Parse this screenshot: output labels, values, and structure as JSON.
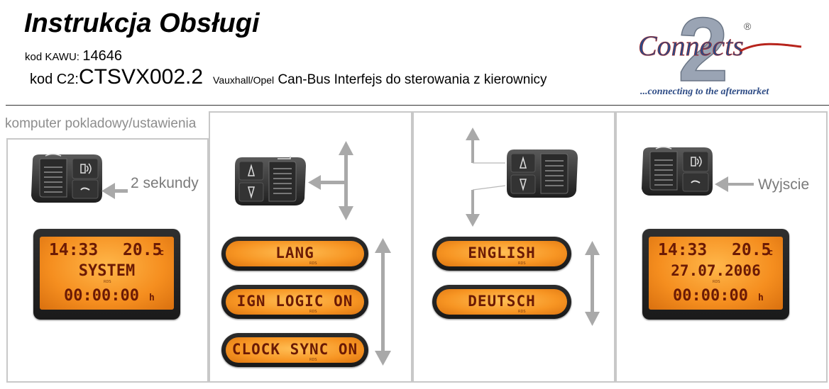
{
  "header": {
    "title": "Instrukcja Obsługi",
    "kawu_label": "kod KAWU:",
    "kawu_value": "14646",
    "c2_label": "kod C2:",
    "c2_value": "CTSVX002.2",
    "desc_small": "Vauxhall/Opel",
    "desc_main": " Can-Bus Interfejs do sterowania z kierownicy"
  },
  "logo": {
    "name": "Connects",
    "number": "2",
    "registered": "®",
    "tagline": "...connecting to the aftermarket"
  },
  "section1": {
    "title": "komputer pokladowy/ustawienia",
    "note": "2 sekundy",
    "display": {
      "time": "14:33",
      "temp": "20.5",
      "temp_unit": "c",
      "line2": "SYSTEM",
      "line3": "00:00:00",
      "line3_unit": "h"
    }
  },
  "section2": {
    "items": [
      "LANG",
      "IGN LOGIC ON",
      "CLOCK SYNC ON"
    ]
  },
  "section3": {
    "items": [
      "ENGLISH",
      "DEUTSCH"
    ]
  },
  "section4": {
    "note": "Wyjscie",
    "display": {
      "time": "14:33",
      "temp": "20.5",
      "temp_unit": "c",
      "line2": "27.07.2006",
      "line3": "00:00:00",
      "line3_unit": "h"
    }
  },
  "rds_label": "RDS",
  "colors": {
    "lcd": "#f58e1f",
    "lcd_text": "#6b1a05",
    "arrow": "#a9a9a9",
    "note": "#7a7a7a",
    "logo_blue": "#2d4b85"
  }
}
